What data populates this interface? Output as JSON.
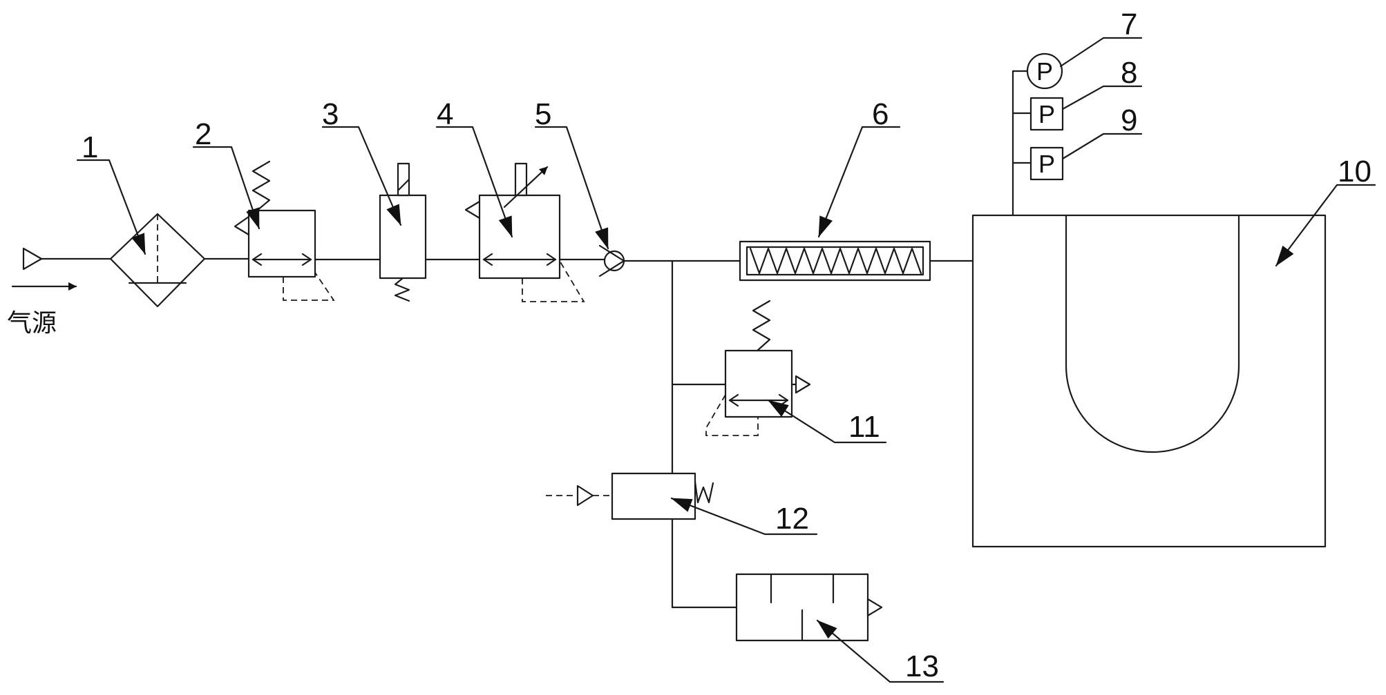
{
  "source_label": "气源",
  "gauge_letter": "P",
  "labels": {
    "l1": "1",
    "l2": "2",
    "l3": "3",
    "l4": "4",
    "l5": "5",
    "l6": "6",
    "l7": "7",
    "l8": "8",
    "l9": "9",
    "l10": "10",
    "l11": "11",
    "l12": "12",
    "l13": "13"
  }
}
